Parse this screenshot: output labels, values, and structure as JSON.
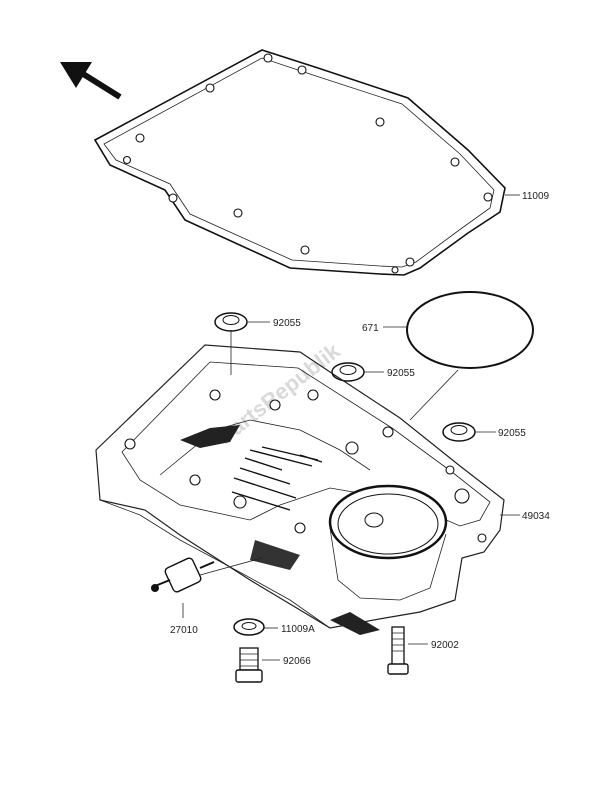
{
  "watermark": "PartsRepublik",
  "direction_arrow": "front-arrow-icon",
  "parts": [
    {
      "id": "11009",
      "name": "oil-pan-gasket"
    },
    {
      "id": "671",
      "name": "o-ring"
    },
    {
      "id": "92055",
      "name": "o-ring-seal-left"
    },
    {
      "id": "92055",
      "name": "o-ring-seal-center"
    },
    {
      "id": "92055",
      "name": "o-ring-seal-right"
    },
    {
      "id": "49034",
      "name": "oil-pan"
    },
    {
      "id": "27010",
      "name": "oil-pressure-switch"
    },
    {
      "id": "11009A",
      "name": "drain-plug-washer"
    },
    {
      "id": "92066",
      "name": "drain-plug"
    },
    {
      "id": "92002",
      "name": "bolt"
    }
  ]
}
